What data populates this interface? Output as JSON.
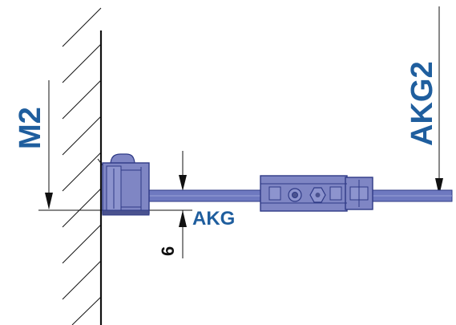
{
  "labels": {
    "m2": "M2",
    "akg": "AKG",
    "akg2": "AKG2",
    "dimension": "6"
  },
  "colors": {
    "brand_blue": "#1f5e9e",
    "bracket_fill": "#7f86c4",
    "bracket_dark": "#4a528f",
    "rod": "#6e79c0",
    "rod_edge": "#2f3a86",
    "line": "#111111"
  }
}
